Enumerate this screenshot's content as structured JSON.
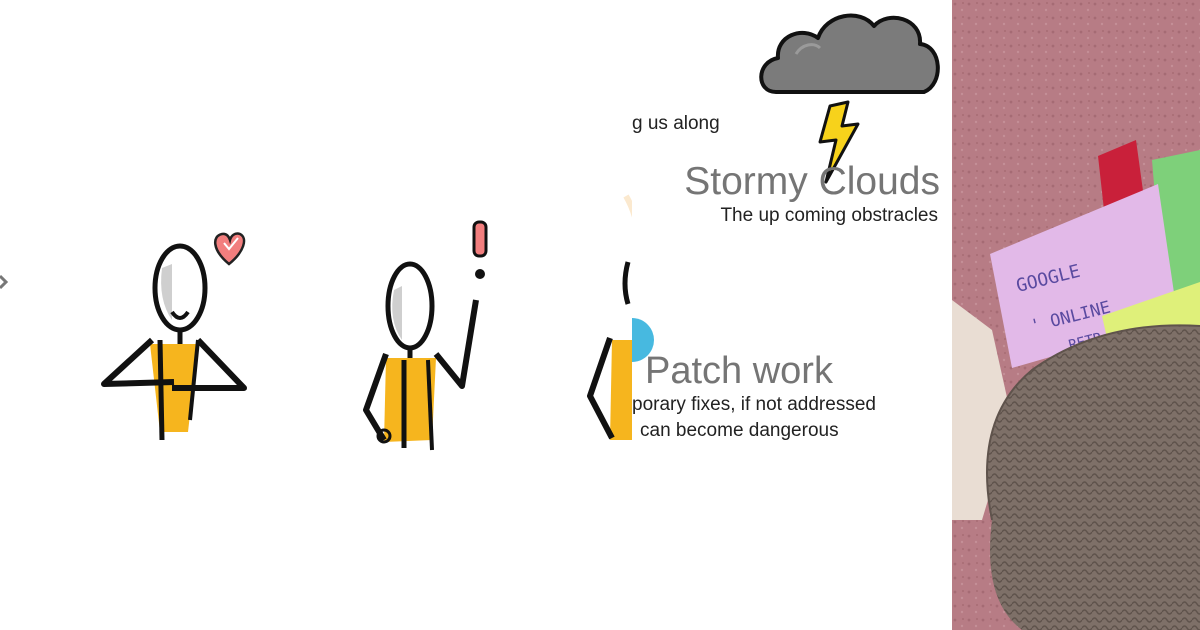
{
  "board": {
    "fragment_text": "g us along",
    "stormy_clouds": {
      "title": "Stormy Clouds",
      "subtitle": "The up coming obstracles"
    },
    "patch_work": {
      "title": "Patch work",
      "line1": "porary fixes, if not addressed",
      "line2": "can become dangerous"
    }
  },
  "photo": {
    "sticky_note_text": [
      "GOOGLE",
      "' ONLINE",
      "RETR"
    ]
  },
  "icons": [
    "heart-icon",
    "exclamation-icon",
    "storm-cloud-icon",
    "lightning-bolt-icon"
  ],
  "colors": {
    "figure_body": "#f6b51e",
    "heart": "#f27e7e",
    "cloud": "#7b7b7b",
    "lightning": "#f7d21b",
    "heading_gray": "#757575",
    "accent_blue": "#47b9e0",
    "wall": "#b77c85",
    "sleeve": "#7e7068"
  }
}
